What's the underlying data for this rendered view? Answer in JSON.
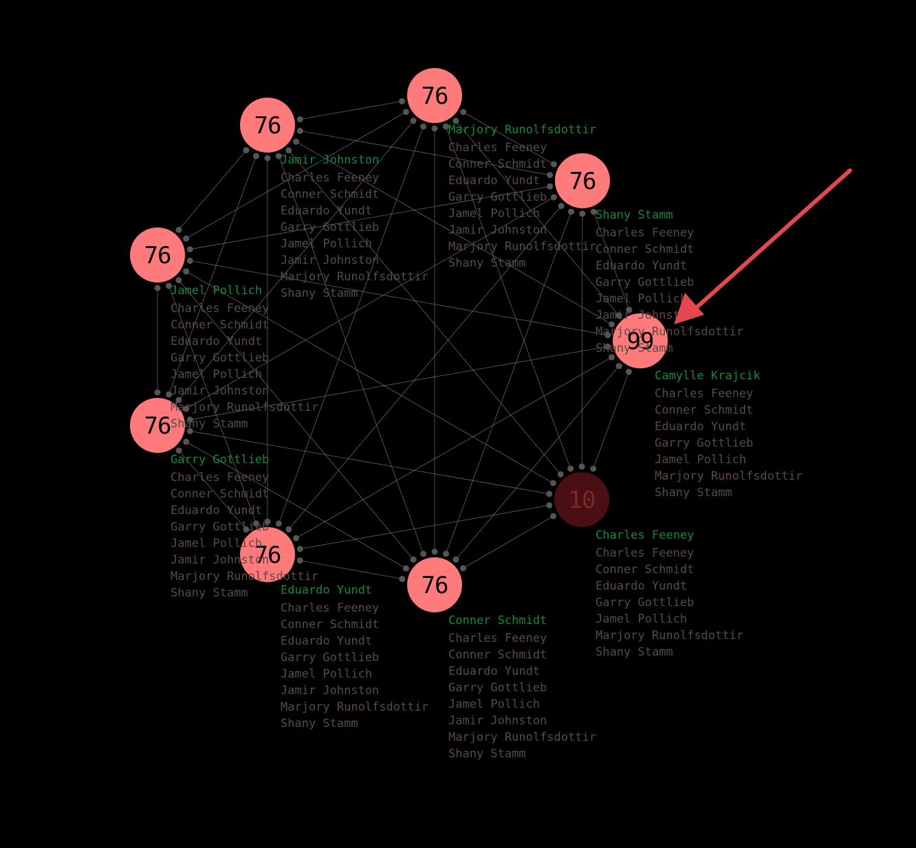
{
  "style": {
    "background": "#000000",
    "node_color": "#ff7b7b",
    "selected_node_color": "#4a0f12",
    "selected_node_text_color": "#7a2a2e",
    "node_text_color": "#000000",
    "edge_color": "#777777",
    "port_color": "#555555",
    "title_color": "#0f8a3c",
    "line_color": "#5a4a45",
    "arrow_color": "#e5474e"
  },
  "nodes": [
    {
      "id": "marjory",
      "value": "76",
      "title": "Marjory Runolfsdottir",
      "lines": [
        "Charles Feeney",
        "Conner Schmidt",
        "Eduardo Yundt",
        "Garry Gottlieb",
        "Jamel Pollich",
        "Jamir Johnston",
        "Marjory Runolfsdottir",
        "Shany Stamm"
      ]
    },
    {
      "id": "shany",
      "value": "76",
      "title": "Shany Stamm",
      "lines": [
        "Charles Feeney",
        "Conner Schmidt",
        "Eduardo Yundt",
        "Garry Gottlieb",
        "Jamel Pollich",
        "Jamir Johnston",
        "Marjory Runolfsdottir",
        "Shany Stamm"
      ]
    },
    {
      "id": "camylle",
      "value": "99",
      "title": "Camylle Krajcik",
      "lines": [
        "Charles Feeney",
        "Conner Schmidt",
        "Eduardo Yundt",
        "Garry Gottlieb",
        "Jamel Pollich",
        "Marjory Runolfsdottir",
        "Shany Stamm"
      ]
    },
    {
      "id": "charles",
      "value": "10",
      "title": "Charles Feeney",
      "selected": true,
      "lines": [
        "Charles Feeney",
        "Conner Schmidt",
        "Eduardo Yundt",
        "Garry Gottlieb",
        "Jamel Pollich",
        "Marjory Runolfsdottir",
        "Shany Stamm"
      ]
    },
    {
      "id": "conner",
      "value": "76",
      "title": "Conner Schmidt",
      "lines": [
        "Charles Feeney",
        "Conner Schmidt",
        "Eduardo Yundt",
        "Garry Gottlieb",
        "Jamel Pollich",
        "Jamir Johnston",
        "Marjory Runolfsdottir",
        "Shany Stamm"
      ]
    },
    {
      "id": "eduardo",
      "value": "76",
      "title": "Eduardo Yundt",
      "lines": [
        "Charles Feeney",
        "Conner Schmidt",
        "Eduardo Yundt",
        "Garry Gottlieb",
        "Jamel Pollich",
        "Jamir Johnston",
        "Marjory Runolfsdottir",
        "Shany Stamm"
      ]
    },
    {
      "id": "garry",
      "value": "76",
      "title": "Garry Gottlieb",
      "lines": [
        "Charles Feeney",
        "Conner Schmidt",
        "Eduardo Yundt",
        "Garry Gottlieb",
        "Jamel Pollich",
        "Jamir Johnston",
        "Marjory Runolfsdottir",
        "Shany Stamm"
      ]
    },
    {
      "id": "jamel",
      "value": "76",
      "title": "Jamel Pollich",
      "lines": [
        "Charles Feeney",
        "Conner Schmidt",
        "Eduardo Yundt",
        "Garry Gottlieb",
        "Jamel Pollich",
        "Jamir Johnston",
        "Marjory Runolfsdottir",
        "Shany Stamm"
      ]
    },
    {
      "id": "jamir",
      "value": "76",
      "title": "Jamir Johnston",
      "lines": [
        "Charles Feeney",
        "Conner Schmidt",
        "Eduardo Yundt",
        "Garry Gottlieb",
        "Jamel Pollich",
        "Jamir Johnston",
        "Marjory Runolfsdottir",
        "Shany Stamm"
      ]
    }
  ]
}
